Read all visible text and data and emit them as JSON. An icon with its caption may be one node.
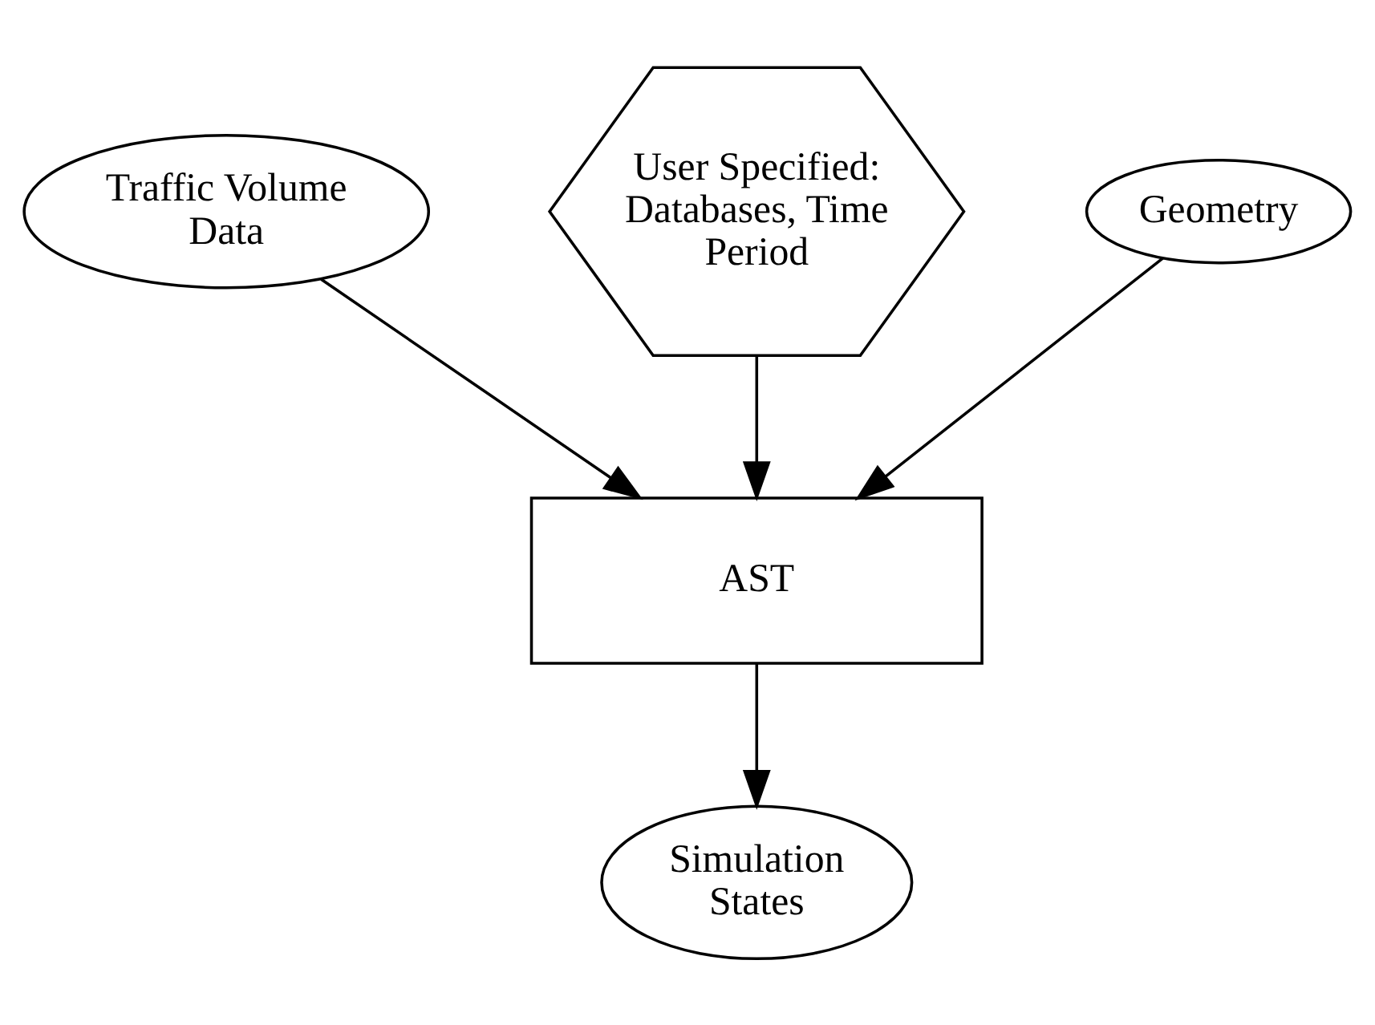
{
  "diagram": {
    "nodes": [
      {
        "text": [
          "Traffic Volume Data"
        ]
      },
      {
        "text": [
          "User Specified: Databases, Time Period"
        ]
      },
      {
        "text": [
          "Geometry"
        ]
      },
      {
        "text": [
          "AST"
        ]
      },
      {
        "text": [
          "Simulation States"
        ]
      }
    ],
    "edges": [
      {
        "from": 0,
        "to": 3,
        "arrow": "to"
      },
      {
        "from": 1,
        "to": 3,
        "arrow": "to"
      },
      {
        "from": 2,
        "to": 3,
        "arrow": "to"
      },
      {
        "from": 3,
        "to": 4,
        "arrow": "to"
      }
    ]
  }
}
